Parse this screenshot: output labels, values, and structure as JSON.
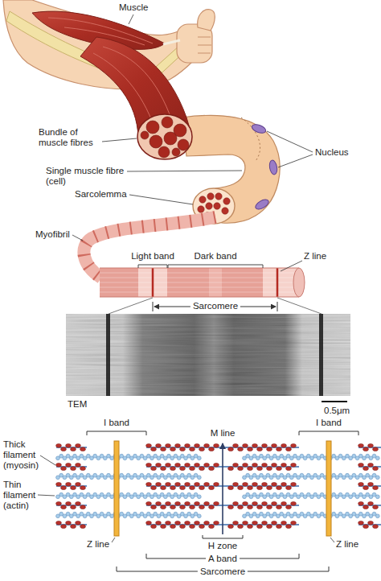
{
  "diagram": {
    "labels": [
      "Muscle",
      "Bundle of muscle fibres",
      "Nucleus",
      "Single muscle fibre (cell)",
      "Sarcolemma",
      "Myofibril",
      "Light band",
      "Dark band",
      "Z line",
      "Sarcomere",
      "TEM",
      "0.5μm",
      "I band",
      "I band",
      "M line",
      "Thick filament (myosin)",
      "Thin filament (actin)",
      "H zone",
      "Z line",
      "Z line",
      "A band",
      "Sarcomere"
    ]
  }
}
